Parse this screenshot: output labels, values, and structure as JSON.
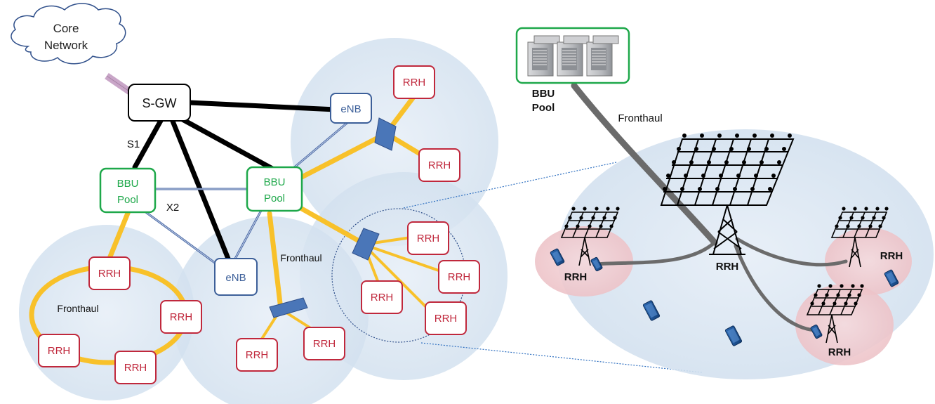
{
  "left": {
    "core_network": [
      "Core",
      "Network"
    ],
    "sgw": "S-GW",
    "s1": "S1",
    "x2": "X2",
    "bbu_pool_left": [
      "BBU",
      "Pool"
    ],
    "bbu_pool_center": [
      "BBU",
      "Pool"
    ],
    "enb_top": "eNB",
    "enb_bottom": "eNB",
    "fronthaul_ring": "Fronthaul",
    "fronthaul_center": "Fronthaul",
    "rrh": "RRH"
  },
  "right": {
    "bbu_pool": [
      "BBU",
      "Pool"
    ],
    "fronthaul": "Fronthaul",
    "rrh": "RRH"
  },
  "colors": {
    "fronthaul_link": "#f8c12a",
    "backhaul_link": "#000000",
    "x2_link": "#4a6aa8",
    "bbu_box": "#1ea84a",
    "rrh_box": "#c0283c",
    "enb_box": "#3c5f99",
    "cell": "#dce7f3",
    "small_cell": "#f2cfd3"
  }
}
